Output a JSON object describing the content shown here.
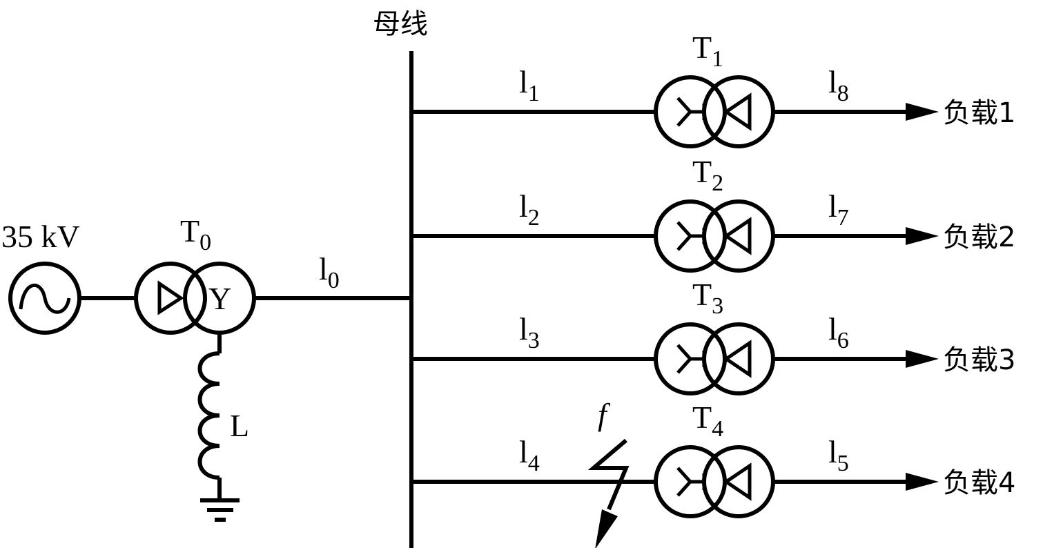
{
  "diagram": {
    "type": "single-line power distribution diagram",
    "bus_label": "母线",
    "source": {
      "label": "35 kV",
      "symbol": "ac-source"
    },
    "main_transformer": {
      "name": "T",
      "sub": "0",
      "primary": "Δ",
      "secondary": "Y"
    },
    "grounding_inductor": {
      "label": "L"
    },
    "feed_line": {
      "name": "l",
      "sub": "0"
    },
    "feeders": [
      {
        "line_in": {
          "name": "l",
          "sub": "1"
        },
        "transformer": {
          "name": "T",
          "sub": "1"
        },
        "line_out": {
          "name": "l",
          "sub": "8"
        },
        "load": "负载1",
        "fault": false
      },
      {
        "line_in": {
          "name": "l",
          "sub": "2"
        },
        "transformer": {
          "name": "T",
          "sub": "2"
        },
        "line_out": {
          "name": "l",
          "sub": "7"
        },
        "load": "负载2",
        "fault": false
      },
      {
        "line_in": {
          "name": "l",
          "sub": "3"
        },
        "transformer": {
          "name": "T",
          "sub": "3"
        },
        "line_out": {
          "name": "l",
          "sub": "6"
        },
        "load": "负载3",
        "fault": false
      },
      {
        "line_in": {
          "name": "l",
          "sub": "4"
        },
        "transformer": {
          "name": "T",
          "sub": "4"
        },
        "line_out": {
          "name": "l",
          "sub": "5"
        },
        "load": "负载4",
        "fault": true
      }
    ],
    "fault": {
      "label": "f"
    }
  }
}
